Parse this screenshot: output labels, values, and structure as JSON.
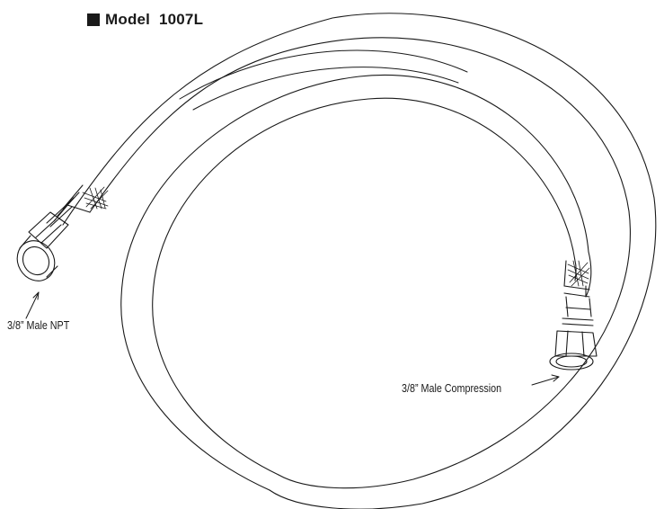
{
  "title": {
    "icon": "filled-square-icon",
    "text": "Model  1007L"
  },
  "callouts": {
    "left_fitting": "3/8” Male NPT",
    "right_fitting": "3/8” Male Compression"
  },
  "colors": {
    "line": "#1a1a1a",
    "background": "#ffffff"
  }
}
